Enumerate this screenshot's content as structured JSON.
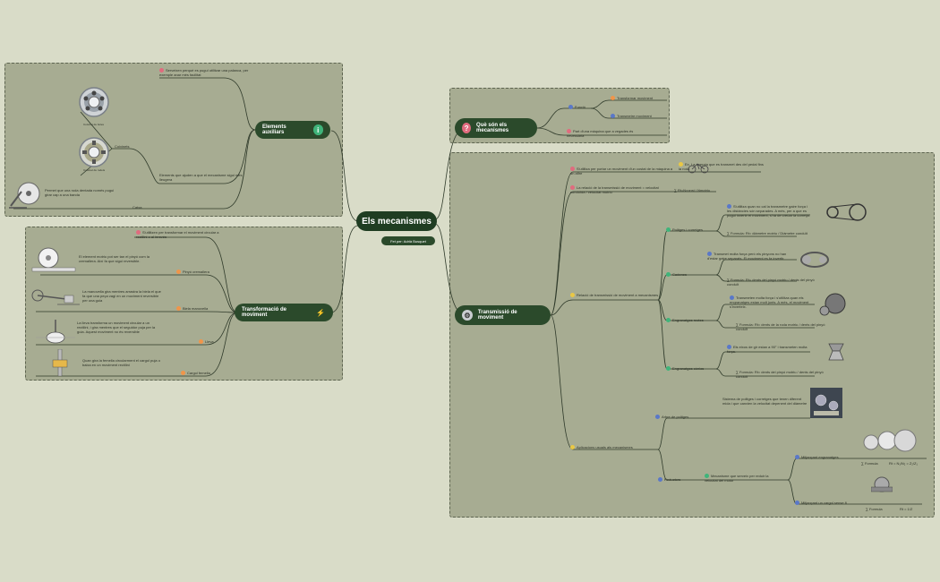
{
  "central": {
    "title": "Els mecanismes",
    "author": "Fet per: Adrià Busquet"
  },
  "branches": {
    "auxiliars": {
      "title": "Elements auxiliars",
      "n1": "Serveixen perquè es pugui utilitzar una palanca, per exemple anar més facilitat",
      "coixinets": "Coixinets",
      "boles": "Coixinet de boles",
      "rodets": "Coixinet de rodets",
      "n2": "Elements que ajuden a que el mecanisme sigui més lleugera",
      "catxa": "Permet que una roda dentada només pugui girar cap a una banda",
      "catxa_label": "Catxa"
    },
    "que": {
      "title": "Què són els mecanismes",
      "funcio": "Funció",
      "transformar": "Transformar moviment",
      "transmetre": "Transmetre moviment",
      "def": "Part d'una màquina que a vegades és necessària"
    },
    "transformacio": {
      "title": "Transformació de moviment",
      "intro": "S'utilitzen per transformar el moviment circular a rectilini o al inrevés",
      "pinyo_desc": "El element motriu pot ser tan el pinyó com la cremallera. Així fa que sigui reversible.",
      "pinyo": "Pinyó cremallera",
      "biela_desc": "La manovella gira mentres arrastra la biela el que fa que una peça vagi en un moviment reversible per una guia",
      "biela": "Biela manovella",
      "lleva_desc": "La lleva transforma un moviment circular a un rectilini, i gira mentres que el seguidor puja per la guia. Aquest moviment no és reversible",
      "lleva": "Lleva",
      "cargol_desc": "Quan gira la femella circularment el cargol puja o baixa en un moviment rectilini",
      "cargol": "Cargol femella"
    },
    "transmissio": {
      "title": "Transmissió de moviment",
      "s1": "S'utilitza per portar un moviment d'un costat de la màquina a un altre",
      "s1_ex": "Ex. La energia que es transmet des del pedal fins la roda",
      "s2": "La relació de la transmissió de moviment = velocitat conduïda / velocitat motriu",
      "s2_f": "Rt=Nconst / Nmotriu",
      "relacio": "Relació de transmissió de moviment a mecanismes",
      "politges": "Politges i corretges",
      "politges_desc": "S'utilitza quan no cal la transmetre gaire força i les distàncies són separades. A més, per a que es pugui invertir el moviment, s'ha de creuar la corretja.",
      "politges_f": "Formula: Rt= diàmetre motriu / Diàmetre conduït",
      "cadenes": "Cadenes",
      "cadenes_desc": "Transmet molta força però els pinyons no han d'estar gaire separats. El moviment es fa invertir.",
      "cadenes_f": "Formula: Rt= dents del pinyó motriu / dents del pinyó conduït",
      "engr": "Engranatges rectes",
      "engr_desc": "Transmeten molta força i s'utilitza quan els engranatges estan molt junts. A més, el moviment s'inverteix.",
      "engr_f": "Formula: Rt= dents de la roda motriu / dents del pinyó conduït",
      "conics": "Engranatges cònics",
      "conics_desc": "Els eixos de gir estan a 90° i transmeten molta força.",
      "conics_f": "Formula: Rt= dents del pinyó motriu / dents del pinyó conduït",
      "aplicacions": "Aplicacions usuals als mecanismes",
      "arbre": "Arbre de politges",
      "arbre_desc": "Sistema de politges i corretges que tenen diferent mida i que canvien la velocitat depenent del diàmetre",
      "reductors": "Reductors",
      "reductors_desc": "Mecanisme que serveix per reduir la velocitat del motor",
      "mitj_engr": "Mitjançant engranatges",
      "formula": "Formula",
      "formula_val": "Rt = N₁/N₂ = Z₂/Z₁",
      "mitj_cargol": "Mitjançant un cargol sense fi",
      "formula2": "Formula",
      "formula2_val": "Rt = 1/Z"
    }
  },
  "colors": {
    "node": "#2b4a2b",
    "central": "#1f3d22",
    "region": "#a7ac92",
    "bg": "#d9dcc8",
    "line": "#2f3a2a"
  }
}
